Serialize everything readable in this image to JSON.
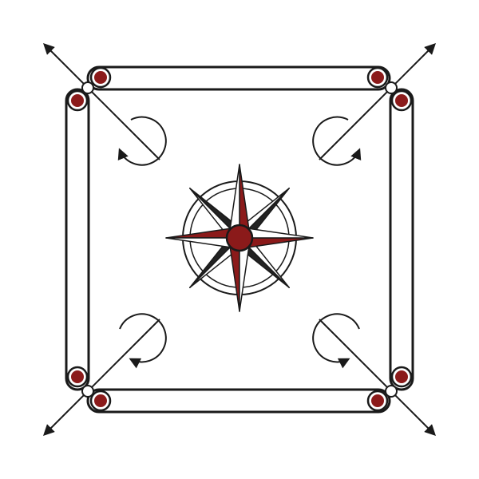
{
  "game": "carrom",
  "board": {
    "name": "carrom-board",
    "shape": "square",
    "corner_pockets": 4,
    "base_line_count": 4,
    "corner_arrow_count": 4,
    "arc_arrow_count": 4,
    "base_line_red_circle_count": 8,
    "center_icon": "compass-rose-icon",
    "compass_points": 8
  },
  "colors": {
    "background": "#ffffff",
    "line": "#1a1a1a",
    "accent_red": "#8b1a1a",
    "accent_black": "#222222",
    "rose_fill_light": "#ffffff"
  }
}
